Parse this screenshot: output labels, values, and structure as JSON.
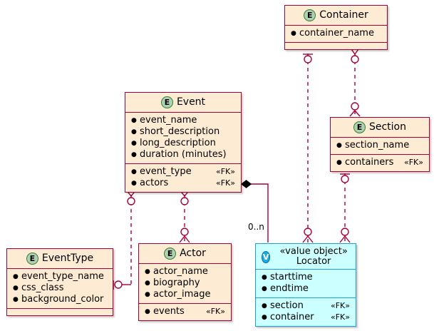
{
  "diagram": {
    "kind": "uml-entity-relationship-diagram",
    "background": "#ffffff",
    "entity_fill": "#FDEBD3",
    "entity_border": "#A80036",
    "value_object_fill": "#CCFFFF",
    "value_object_border": "#1F9CDC",
    "entity_badge_letter": "E",
    "value_badge_letter": "V",
    "fk_marker": "«FK»",
    "value_object_stereotype": "«value object»"
  },
  "classes": {
    "container": {
      "name": "Container",
      "badge": "E",
      "attributes": [
        {
          "name": "container_name",
          "key": ""
        }
      ]
    },
    "section": {
      "name": "Section",
      "badge": "E",
      "attributes": [
        {
          "name": "section_name",
          "key": ""
        }
      ],
      "keys": [
        {
          "name": "containers",
          "key": "«FK»"
        }
      ]
    },
    "event": {
      "name": "Event",
      "badge": "E",
      "attributes": [
        {
          "name": "event_name",
          "key": ""
        },
        {
          "name": "short_description",
          "key": ""
        },
        {
          "name": "long_description",
          "key": ""
        },
        {
          "name": "duration (minutes)",
          "key": ""
        }
      ],
      "keys": [
        {
          "name": "event_type",
          "key": "«FK»"
        },
        {
          "name": "actors",
          "key": "«FK»"
        }
      ]
    },
    "event_type": {
      "name": "EventType",
      "badge": "E",
      "attributes": [
        {
          "name": "event_type_name",
          "key": ""
        },
        {
          "name": "css_class",
          "key": ""
        },
        {
          "name": "background_color",
          "key": ""
        }
      ]
    },
    "actor": {
      "name": "Actor",
      "badge": "E",
      "attributes": [
        {
          "name": "actor_name",
          "key": ""
        },
        {
          "name": "biography",
          "key": ""
        },
        {
          "name": "actor_image",
          "key": ""
        }
      ],
      "keys": [
        {
          "name": "events",
          "key": "«FK»"
        }
      ]
    },
    "locator": {
      "name": "Locator",
      "stereotype": "«value object»",
      "badge": "V",
      "attributes": [
        {
          "name": "starttime",
          "key": ""
        },
        {
          "name": "endtime",
          "key": ""
        }
      ],
      "keys": [
        {
          "name": "section",
          "key": "«FK»"
        },
        {
          "name": "container",
          "key": "«FK»"
        }
      ]
    }
  },
  "relationships": [
    {
      "from": "event",
      "to": "locator",
      "label": "0..n",
      "source_end": "composition-diamond",
      "target_end": "none"
    },
    {
      "from": "container",
      "to": "locator",
      "label": "",
      "source_end": "one-only",
      "target_end": "zero-or-one"
    },
    {
      "from": "container",
      "to": "section",
      "label": "",
      "source_end": "zero-or-many",
      "target_end": "zero-or-one"
    },
    {
      "from": "section",
      "to": "locator",
      "label": "",
      "source_end": "one-only",
      "target_end": "zero-or-one"
    },
    {
      "from": "event",
      "to": "event_type",
      "label": "",
      "source_end": "zero-or-many",
      "target_end": "zero-or-one"
    },
    {
      "from": "event",
      "to": "actor",
      "label": "",
      "source_end": "zero-or-many",
      "target_end": "zero-or-one"
    }
  ]
}
